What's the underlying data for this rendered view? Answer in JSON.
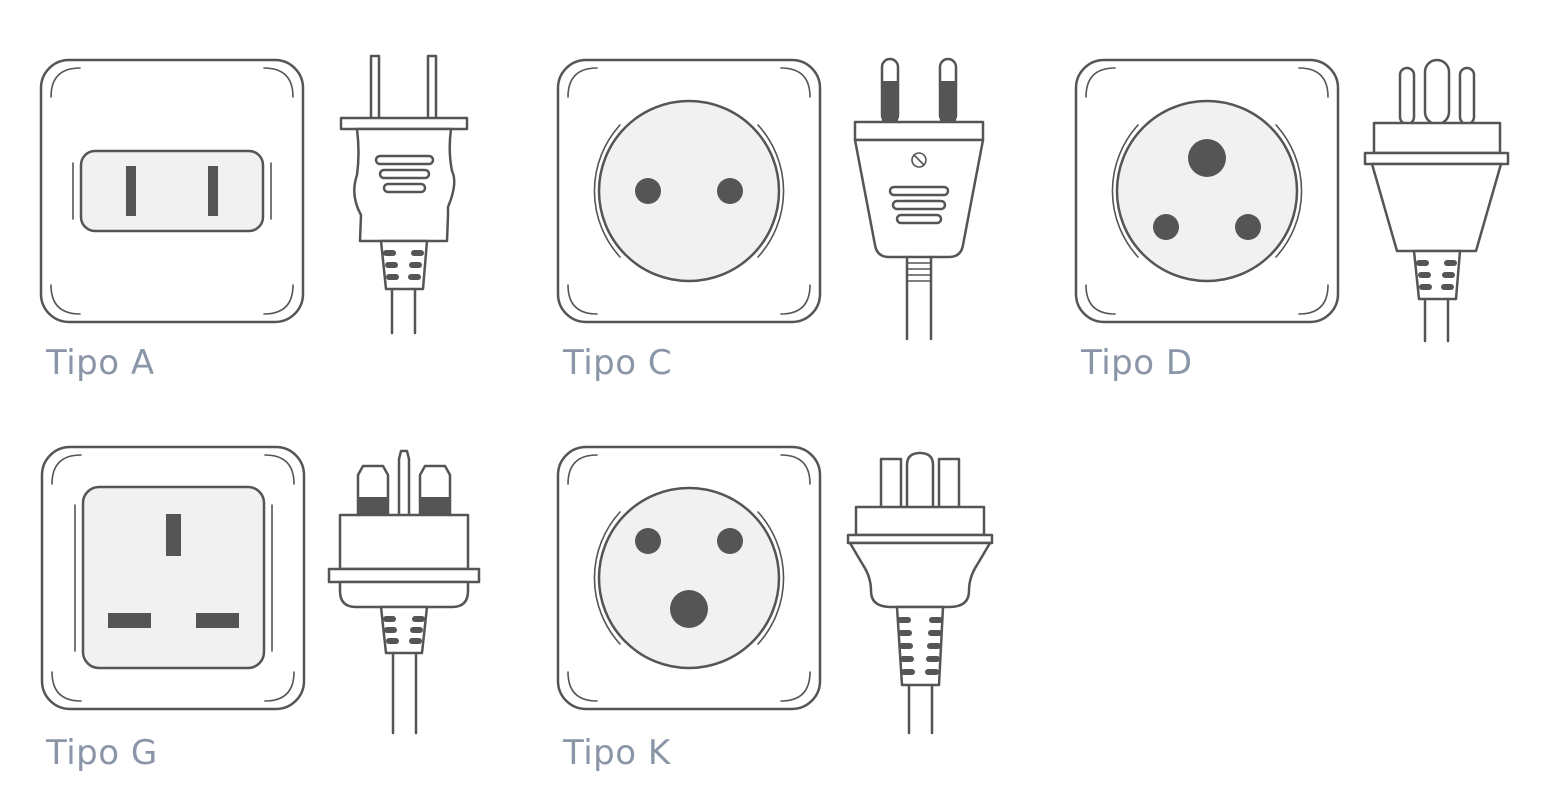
{
  "plug_types": [
    {
      "label": "Tipo A"
    },
    {
      "label": "Tipo C"
    },
    {
      "label": "Tipo D"
    },
    {
      "label": "Tipo G"
    },
    {
      "label": "Tipo K"
    }
  ],
  "colors": {
    "outline": "#555555",
    "face_fill": "#f1f1f1",
    "label_text": "#8a96a8",
    "background": "#ffffff"
  }
}
